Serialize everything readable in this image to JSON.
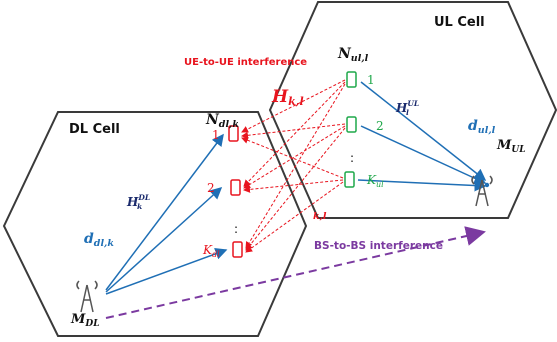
{
  "labels": {
    "ul_cell": "UL Cell",
    "dl_cell": "DL Cell",
    "ue_to_ue": "UE-to-UE interference",
    "bs_to_bs": "BS-to-BS interference"
  },
  "symbols": {
    "n_ul": "N",
    "n_ul_sub": "ul,l",
    "n_dl": "N",
    "n_dl_sub": "dl,k",
    "h_kl": "H",
    "h_kl_sub": "k,l",
    "h_ul": "H",
    "h_ul_sub": "l",
    "h_ul_sup": "UL",
    "h_dl": "H",
    "h_dl_sub": "k",
    "h_dl_sup": "DL",
    "d_ul": "d",
    "d_ul_sub": "ul,l",
    "d_dl": "d",
    "d_dl_sub": "dl,k",
    "m_ul": "M",
    "m_ul_sub": "UL",
    "m_dl": "M",
    "m_dl_sub": "DL",
    "k_l_small": "k,l"
  },
  "ul_users": [
    "1",
    "2",
    ":",
    "K"
  ],
  "ul_user_k_sub": "ul",
  "dl_users": [
    "1",
    "2",
    ":",
    "K"
  ],
  "dl_user_k_sub": "dl",
  "colors": {
    "cell_edge": "#3a3a3a",
    "red": "#e8141e",
    "green": "#1fa84a",
    "blue": "#1f6fb5",
    "purple": "#7b3aa0",
    "navy": "#1a2a6c",
    "black": "#111111"
  }
}
